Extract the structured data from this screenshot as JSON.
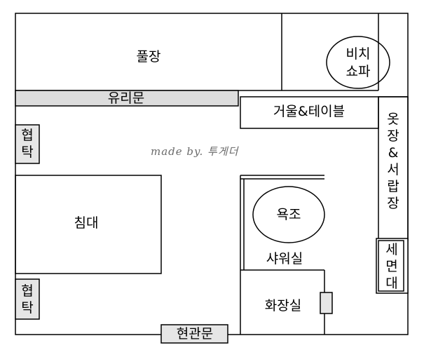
{
  "rooms": {
    "garden": "풀장",
    "glass_door": "유리문",
    "beach_sofa": [
      "비치",
      "쇼파"
    ],
    "mirror_table": "거울&테이블",
    "wardrobe": [
      "옷",
      "장",
      "&",
      "서",
      "랍",
      "장"
    ],
    "cabinet_top": [
      "협",
      "탁"
    ],
    "cabinet_bottom": [
      "협",
      "탁"
    ],
    "bed": "침대",
    "bathtub": "욕조",
    "shower": "샤워실",
    "toilet": "화장실",
    "washstand": [
      "세",
      "면",
      "대"
    ],
    "entrance": "현관문"
  },
  "signature": "made by. 투게더",
  "colors": {
    "line": "#000000",
    "glass_door_fill": "#dddddd",
    "panel_fill": "#e6e6e6",
    "signature": "#6a6a6a"
  }
}
